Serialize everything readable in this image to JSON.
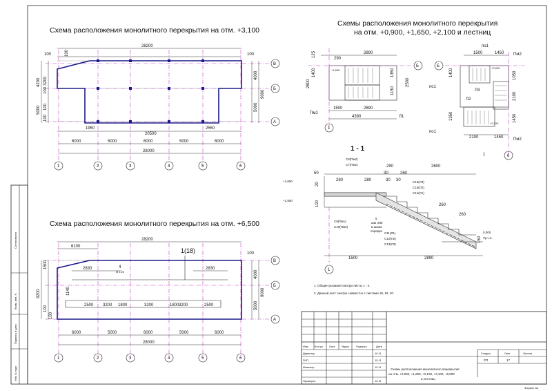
{
  "plan1": {
    "title": "Схема расположения монолитного перекрытия на отм. +3,100",
    "top_overall": "28200",
    "top_left": "100",
    "top_right": "100",
    "left_dim_a": "100",
    "left_dims": [
      "4200",
      "3200",
      "100",
      "5000",
      "100",
      "100"
    ],
    "right_dims": [
      "4000",
      "9000",
      "5000"
    ],
    "inner_left": "1950",
    "inner_mid": "20500",
    "inner_right": "2550",
    "spans": [
      "6000",
      "5000",
      "6000",
      "5000",
      "6000"
    ],
    "overall": "28000"
  },
  "plan2": {
    "title": "Схема расположения монолитного перекрытия на отм. +6,500",
    "top_overall": "28200",
    "top_left": "6100",
    "top_right": "100",
    "mark": "1(18)",
    "label_4": "4",
    "label_4_sub": "М 1:20",
    "left_dims": [
      "1500",
      "9200",
      "1140",
      "100",
      "100"
    ],
    "right_dims": [
      "4000",
      "9000",
      "5000"
    ],
    "d2830a": "2830",
    "d2830b": "2830",
    "row": [
      "2500",
      "3200",
      "1800",
      "3200",
      "1800",
      "3200",
      "2500"
    ],
    "spans": [
      "6000",
      "5000",
      "6000",
      "5000",
      "6000"
    ],
    "overall": "28000"
  },
  "axes_x": [
    "1",
    "2",
    "3",
    "4",
    "5",
    "6"
  ],
  "axes_y": [
    "В",
    "Б",
    "А"
  ],
  "stairs": {
    "title_l1": "Схемы расположения монолитного перекрытия",
    "title_l2": "на отм. +0,900, +1,650, +2,100 и лестниц",
    "left": {
      "d290": "290",
      "d2890": "2890",
      "d125": "125",
      "d1400": "1400",
      "d2800": "2800",
      "d1350": "1350",
      "d2500": "2500",
      "d1150": "1150",
      "d1500": "1500",
      "d2890b": "2890",
      "d4390": "4390",
      "lvl": "+1,650",
      "pm1": "Пм1",
      "l1": "Л1",
      "ax1": "1",
      "axB": "Б"
    },
    "right": {
      "po1a": "по1",
      "po1b": "по1",
      "po1c": "по1",
      "d1500": "1500",
      "d1450": "1450",
      "pm2a": "Пм2",
      "pm2b": "Пм2",
      "lvl1": "+0,900",
      "lvl2": "+2,100",
      "d1400": "1400",
      "d1050": "1050",
      "d2100": "2100",
      "d1450b": "1450",
      "d1350": "1350",
      "d2100b": "2100",
      "d1450c": "1450",
      "l2": "Л2",
      "l3": "Л3",
      "axB": "Б",
      "ax6": "6",
      "one": "1"
    }
  },
  "section": {
    "title": "1 - 1",
    "c8": "С8(Пм2)",
    "c7": "С7(Пм1)",
    "c9": "С9(Пм1)",
    "c10": "С10(Пм2)",
    "c16": "С16(Л3)",
    "c15": "С15(Л2)",
    "c14": "С14(Л1)",
    "c11": "С11(Л1)",
    "c12": "С12(Л2)",
    "c13": "С13(Л3)",
    "lvl1": "+1,650",
    "lvl2": "+1,550",
    "lvl0": "0,000",
    "lvl0b": "Ур.ч.п.",
    "note_1": "5",
    "note_2": "шаг 280",
    "note_3": "в шахм.",
    "note_4": "порядке",
    "d290": "290",
    "d2600": "2600",
    "d50": "50",
    "d280a": "280",
    "d280b": "280",
    "d30a": "30",
    "d30b": "30",
    "d260a": "260",
    "d260b": "260",
    "d20": "20",
    "d100": "100",
    "d150": "150",
    "d1500": "1500",
    "d2890": "2890",
    "ax1": "1",
    "d30c": "30",
    "d260c": "260"
  },
  "notes": [
    "1. Общие указания смотри листы 1 - 4.",
    "2. Данный лист смотри совместно с листами 18, 19, 20."
  ],
  "stamp": {
    "hdr": [
      "Изм.",
      "Кол.уч.",
      "Лист",
      "№док.",
      "Подпись",
      "Дата"
    ],
    "roles": [
      "Директор",
      "ГИП",
      "Инженер",
      "",
      "Проверил"
    ],
    "dates": [
      "10.11",
      "10.11",
      "10.11",
      "",
      "10.11"
    ],
    "stage_h": "Стадия",
    "sheet_h": "Лист",
    "sheets_h": "Листов",
    "stage": "РП",
    "sheet": "17",
    "desc_1": "Схемы расположения монолитного перекрытия",
    "desc_2": "на отм. +0,900, +1,650, +2,100, +3,100, +6,500",
    "desc_3": "и лестниц"
  },
  "side": {
    "agreed": "Согласовано",
    "inv1": "Взам. инв. N",
    "sign": "Подпись и дата",
    "inv2": "Инв. N подл."
  },
  "format": "Формат А3"
}
